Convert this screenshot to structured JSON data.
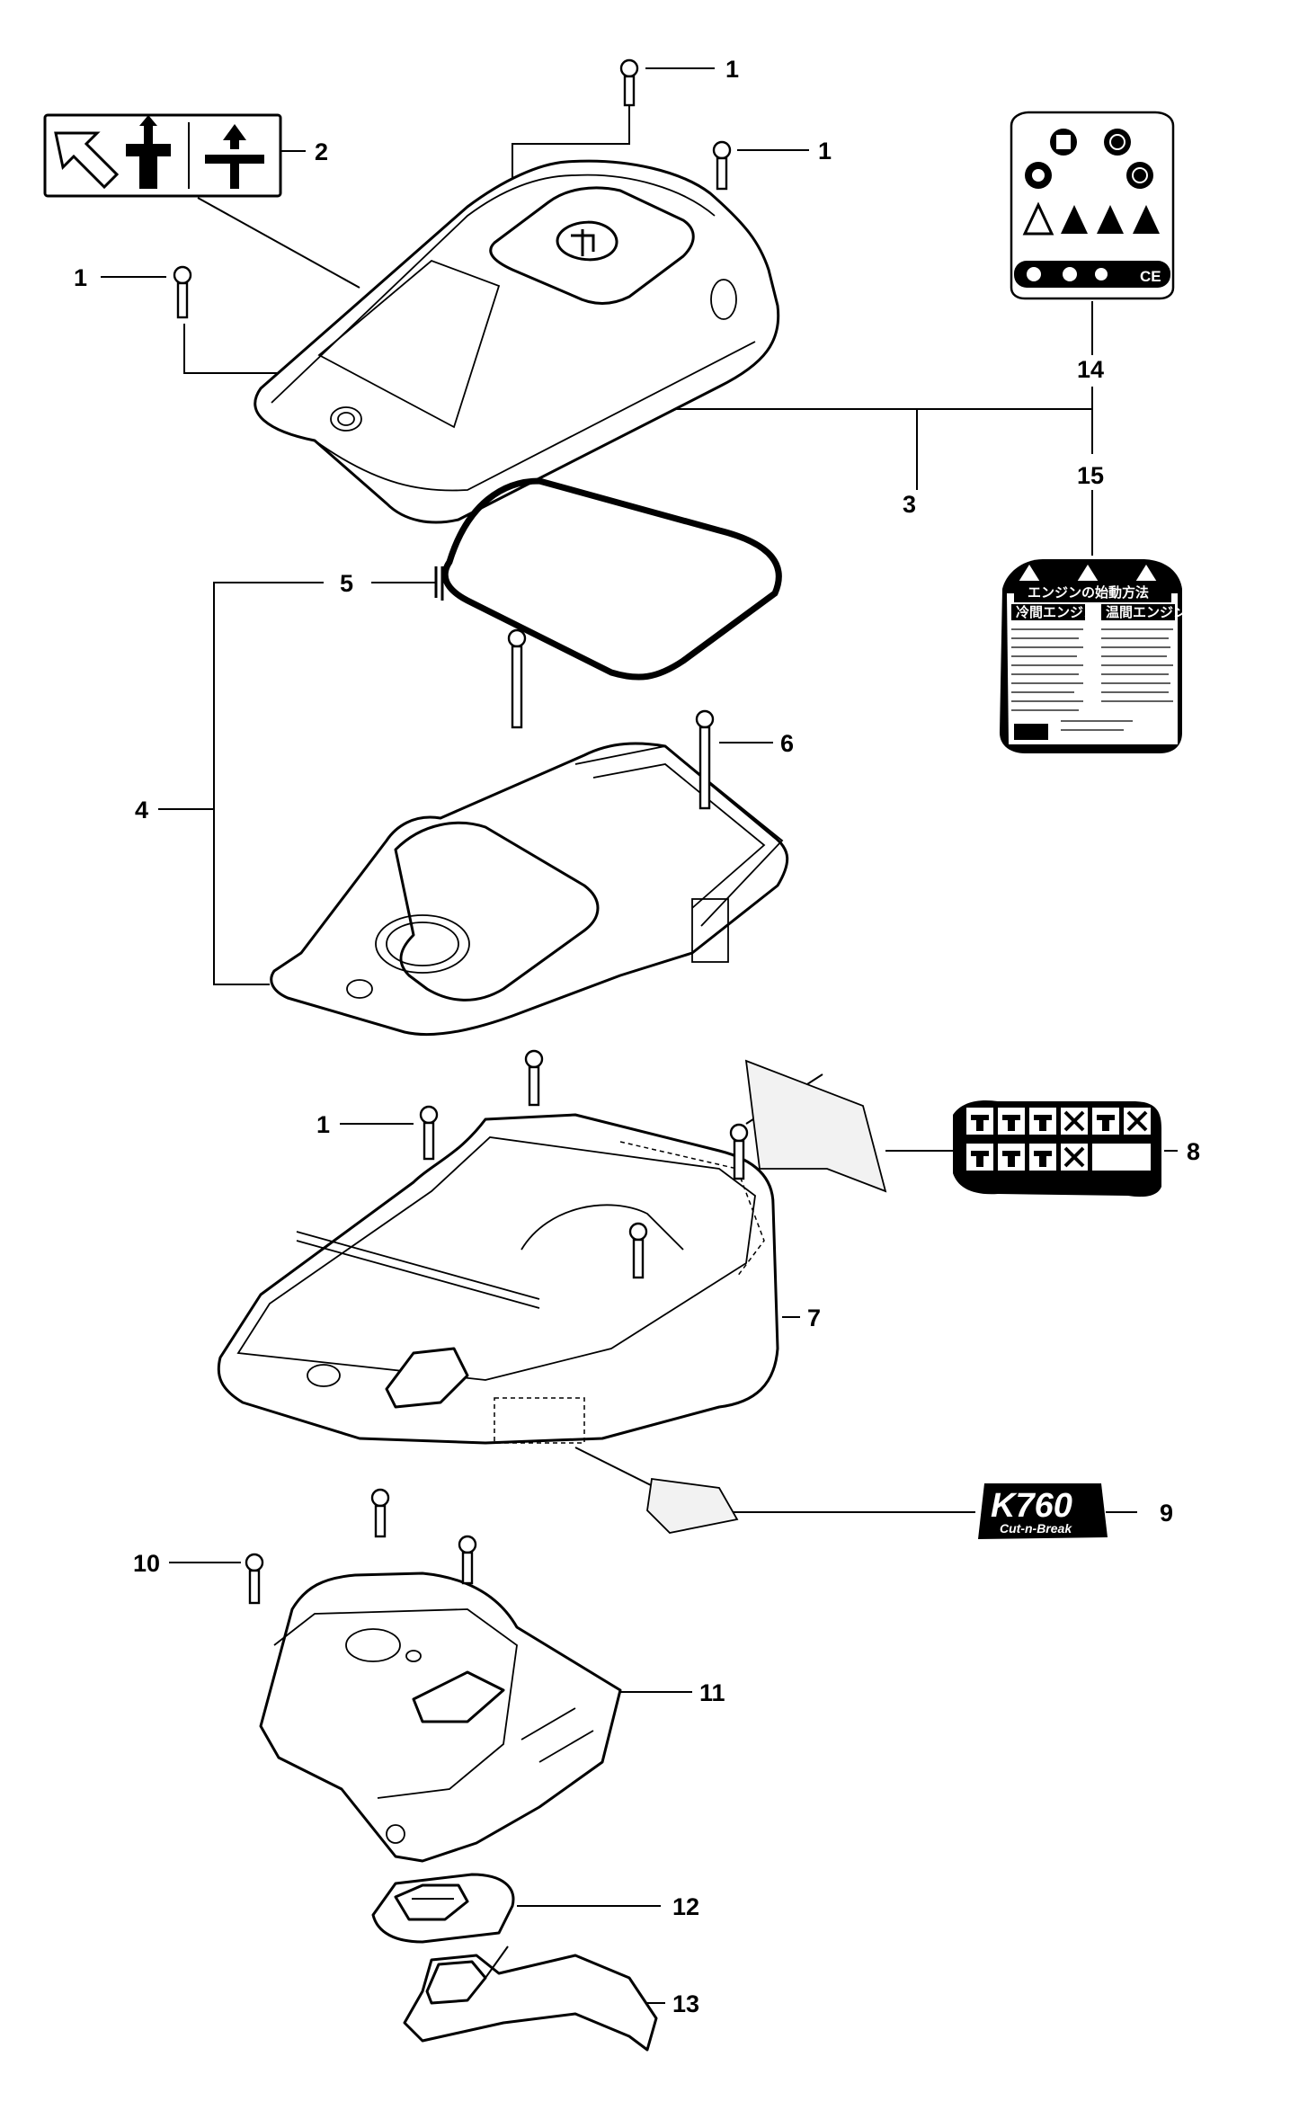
{
  "callouts": {
    "c1a": "1",
    "c1b": "1",
    "c1c": "1",
    "c1d": "1",
    "c2": "2",
    "c3": "3",
    "c4": "4",
    "c5": "5",
    "c6": "6",
    "c7": "7",
    "c8": "8",
    "c9": "9",
    "c10": "10",
    "c11": "11",
    "c12": "12",
    "c13": "13",
    "c14": "14",
    "c15": "15"
  },
  "decals": {
    "jp_title": "エンジンの始動方法",
    "jp_left": "冷間エンジン",
    "jp_right": "温間エンジン",
    "model": "K760",
    "model_sub": "Cut-n-Break",
    "ce_mark": "CE"
  },
  "icons": [
    "screw-icon",
    "choke-icon",
    "decompression-icon",
    "warning-triangle-icon",
    "ce-mark-icon"
  ]
}
